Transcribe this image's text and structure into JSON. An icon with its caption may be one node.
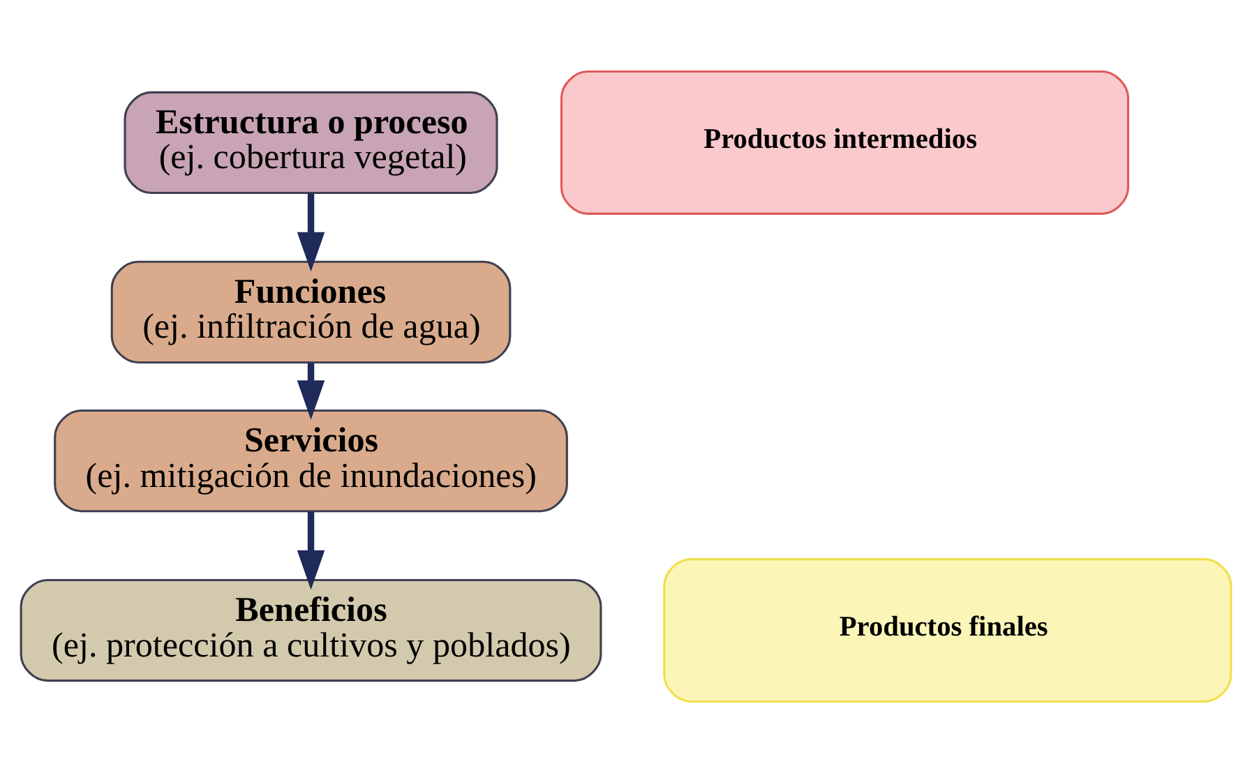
{
  "diagram": {
    "nodes": [
      {
        "text": [
          "Productos intermedios"
        ]
      },
      {
        "text": [
          "Productos finales"
        ]
      },
      {
        "text": [
          "Estructura o proceso",
          "(ej. cobertura vegetal)"
        ]
      },
      {
        "text": [
          "Funciones",
          "(ej. infiltración de agua)"
        ]
      },
      {
        "text": [
          "Servicios",
          "(ej. mitigación de inundaciones)"
        ]
      },
      {
        "text": [
          "Beneficios",
          "(ej. protección a cultivos y poblados)"
        ]
      }
    ],
    "edges": [
      {
        "from": 2,
        "to": 3,
        "arrow": "to"
      },
      {
        "from": 3,
        "to": 4,
        "arrow": "to"
      },
      {
        "from": 4,
        "to": 5,
        "arrow": "to"
      }
    ]
  }
}
